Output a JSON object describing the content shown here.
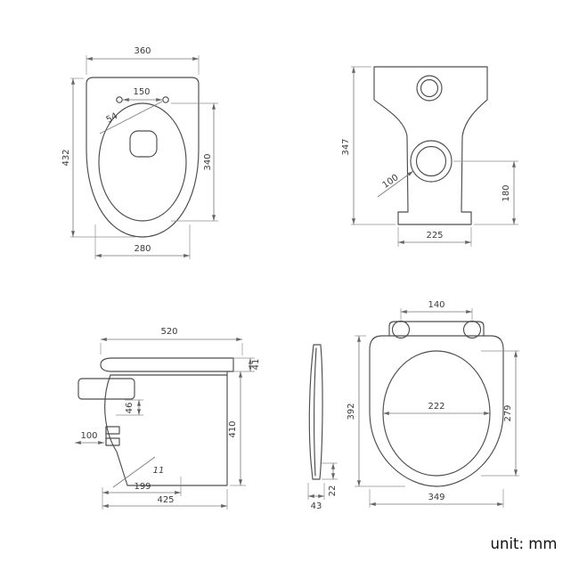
{
  "unit_label": "unit: mm",
  "views": {
    "top_view": {
      "overall_width": "360",
      "hole_span": "150",
      "hole_diameter": "54",
      "overall_depth": "432",
      "bowl_depth": "340",
      "bowl_width": "280"
    },
    "front_view": {
      "overall_height": "347",
      "outlet_diameter": "100",
      "base_width": "225",
      "outlet_center_height": "180"
    },
    "side_view": {
      "overall_depth": "520",
      "seat_height": "41",
      "rim_offset": "46",
      "inlet_offset": "100",
      "bowl_height": "410",
      "base_front_offset": "199",
      "base_depth": "425",
      "base_angle": "11"
    },
    "seat_side_view": {
      "depth": "43",
      "thickness": "22"
    },
    "seat_top_view": {
      "hinge_span": "140",
      "overall_depth": "392",
      "opening_width": "222",
      "opening_depth": "279",
      "overall_width": "349"
    }
  }
}
